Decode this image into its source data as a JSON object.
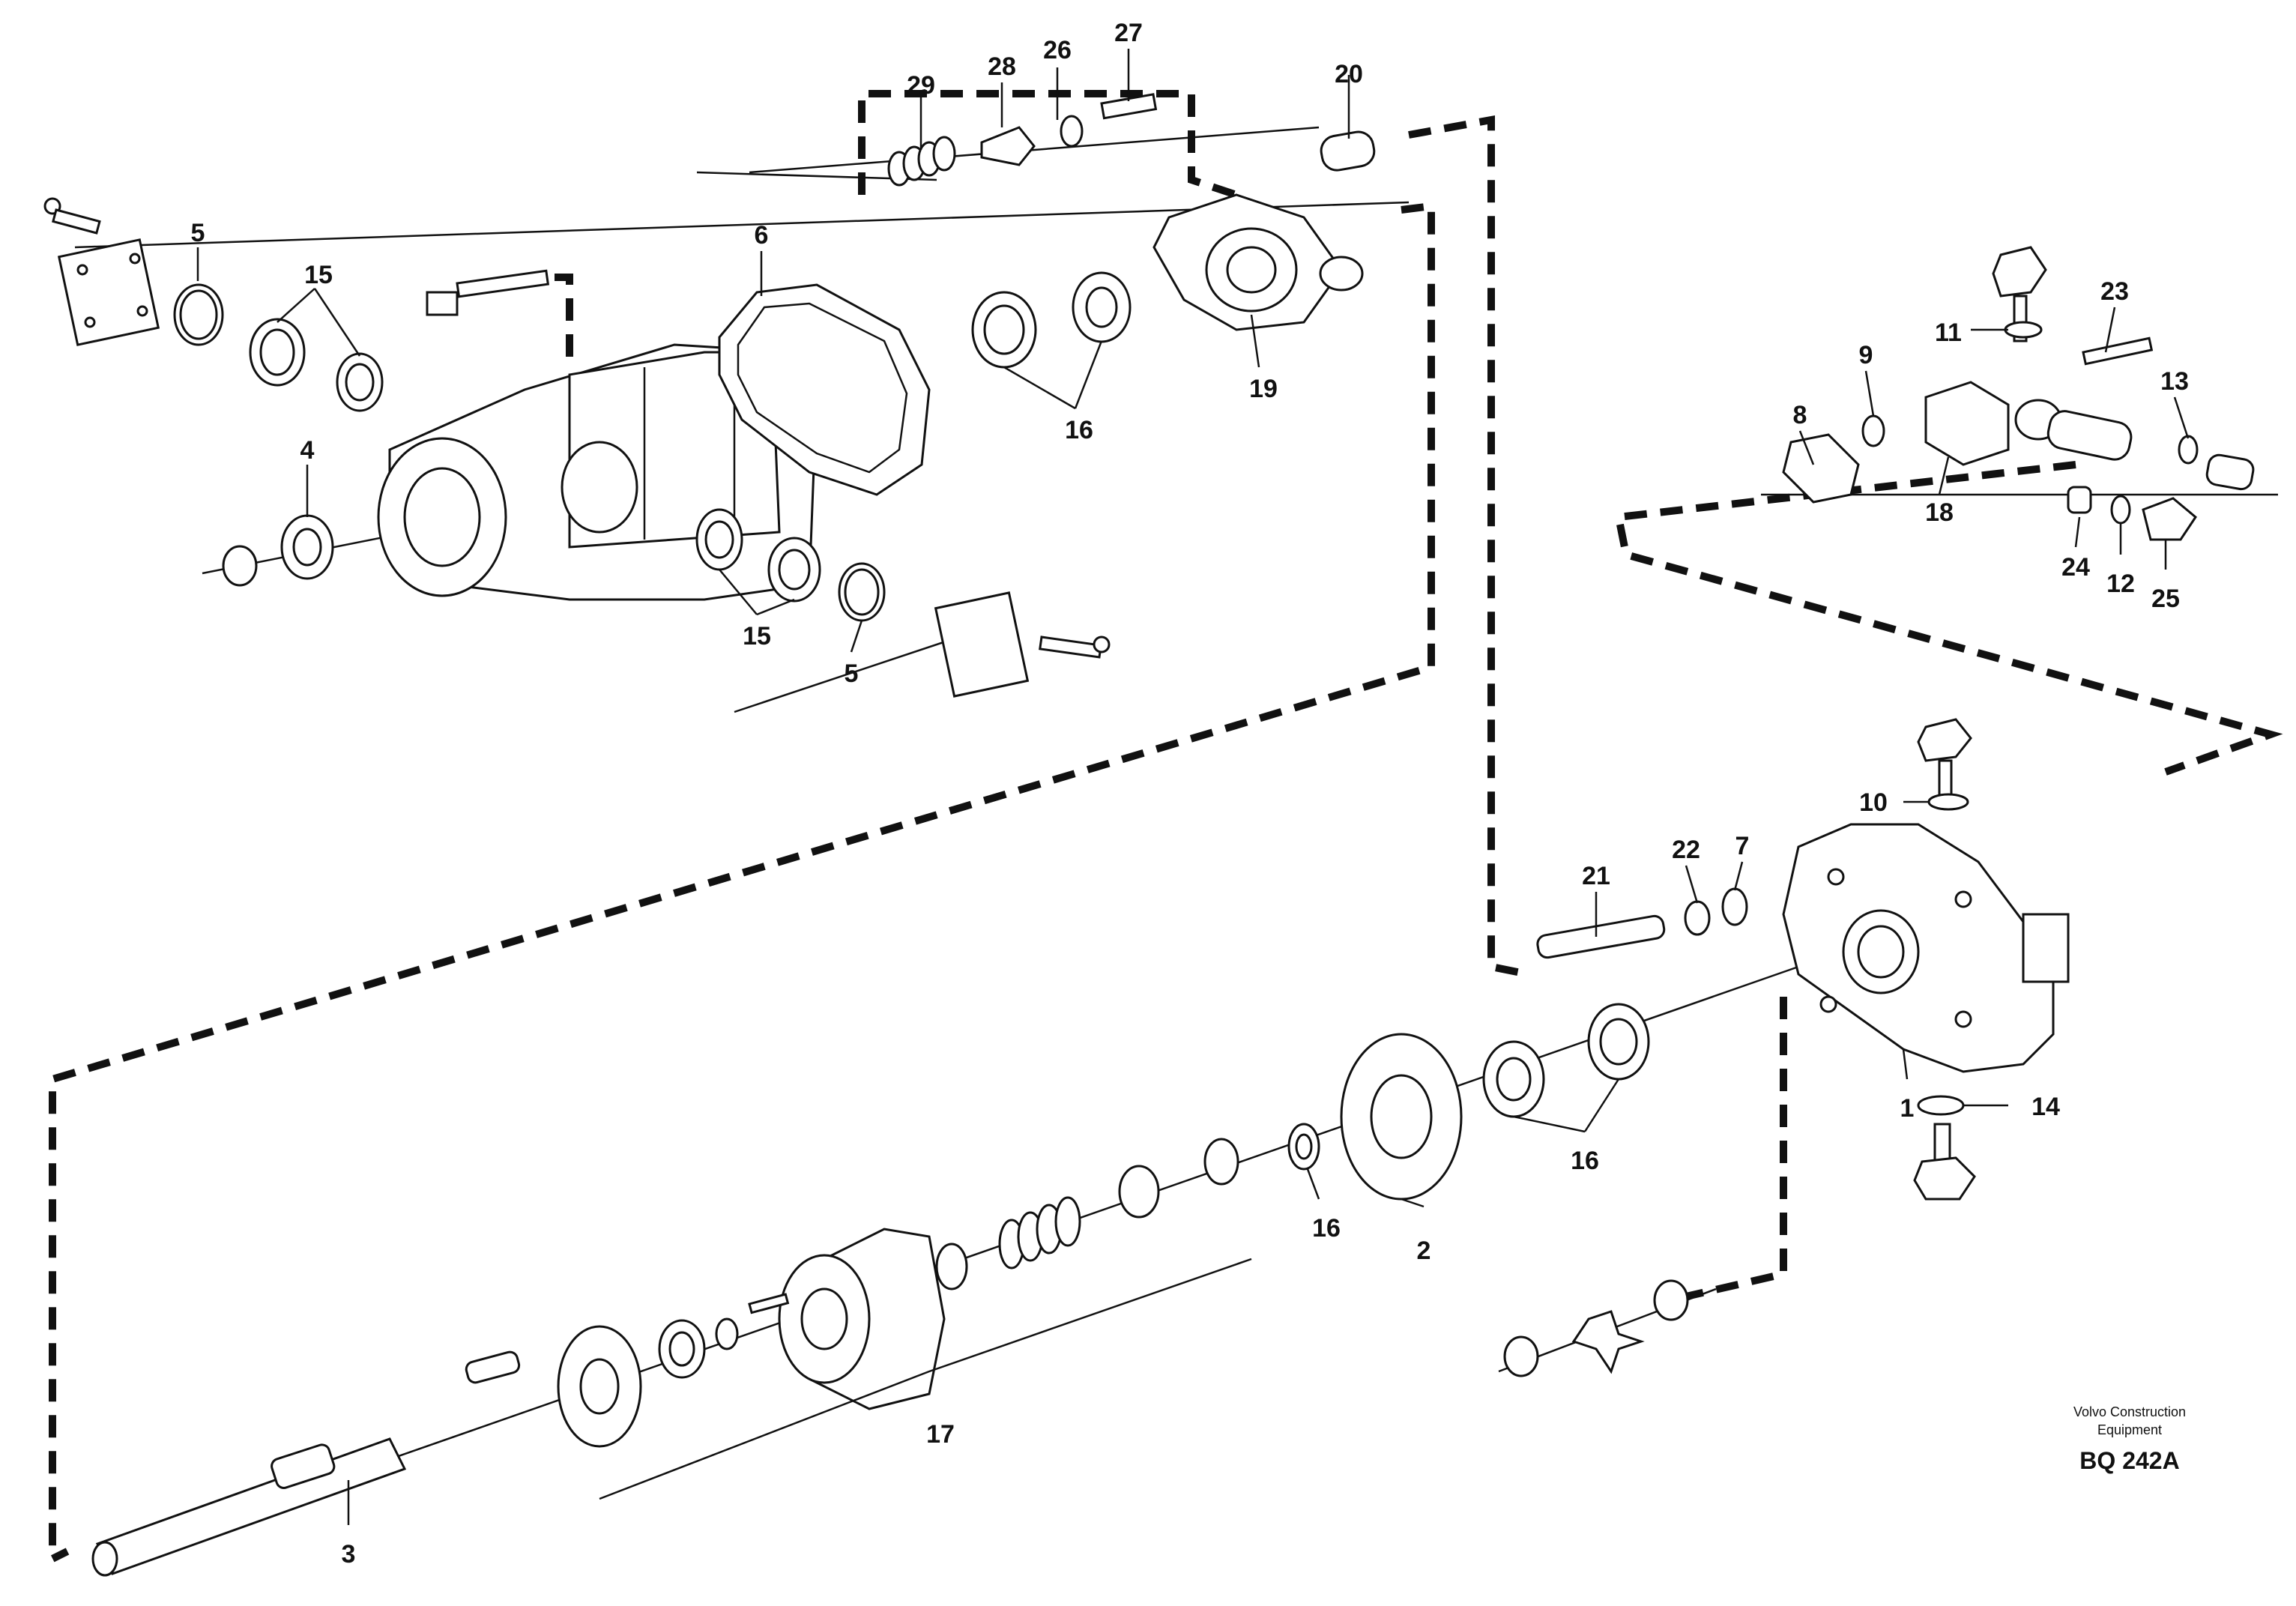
{
  "callouts": {
    "c1": "1",
    "c2": "2",
    "c3": "3",
    "c4": "4",
    "c5a": "5",
    "c5b": "5",
    "c6": "6",
    "c7": "7",
    "c8": "8",
    "c9": "9",
    "c10": "10",
    "c11": "11",
    "c12": "12",
    "c13": "13",
    "c14": "14",
    "c15a": "15",
    "c15b": "15",
    "c16a": "16",
    "c16b": "16",
    "c16c": "16",
    "c17": "17",
    "c18": "18",
    "c19": "19",
    "c20": "20",
    "c21": "21",
    "c22": "22",
    "c23": "23",
    "c24": "24",
    "c25": "25",
    "c26": "26",
    "c27": "27",
    "c28": "28",
    "c29": "29"
  },
  "credit": {
    "line1": "Volvo Construction",
    "line2": "Equipment",
    "code": "BQ 242A"
  }
}
